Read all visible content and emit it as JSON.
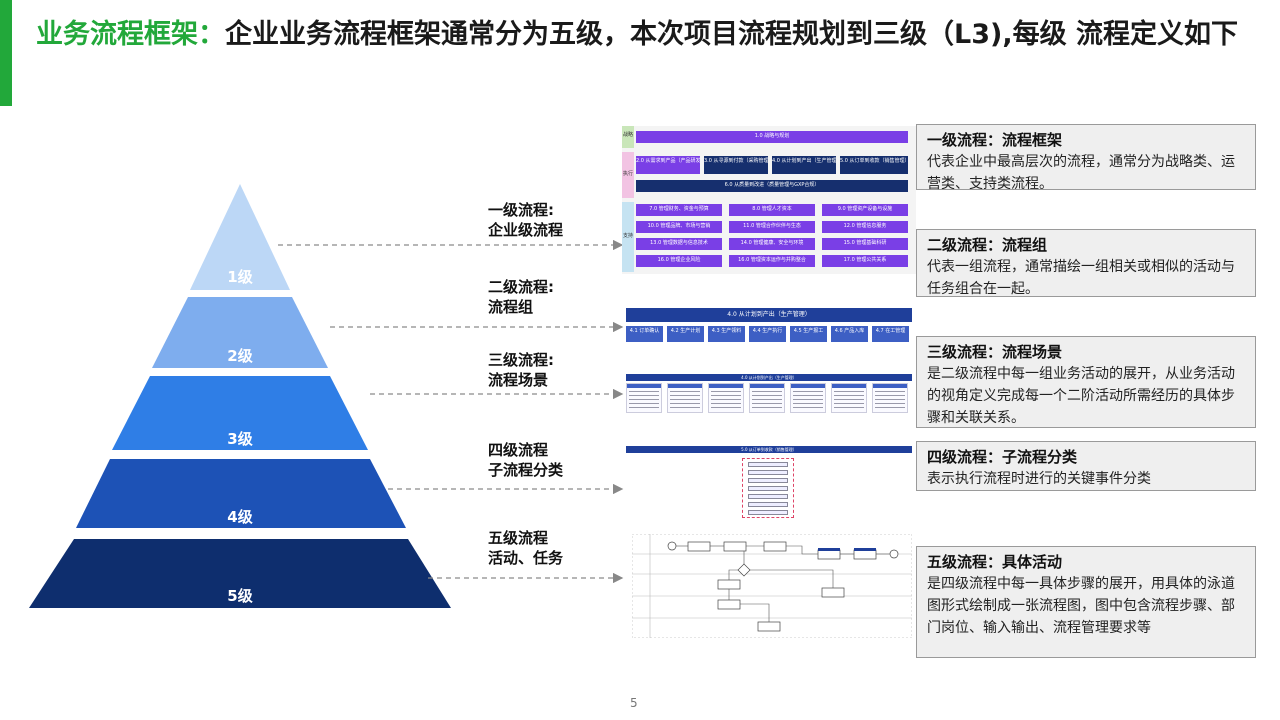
{
  "title": {
    "highlight": "业务流程框架：",
    "text": "企业业务流程框架通常分为五级，本次项目流程规划到三级（L3),每级 流程定义如下"
  },
  "pyramid_levels": [
    {
      "label": "1级",
      "color": "#bcd7f6"
    },
    {
      "label": "2级",
      "color": "#7eadee"
    },
    {
      "label": "3级",
      "color": "#2f7ee6"
    },
    {
      "label": "4级",
      "color": "#1d52b6"
    },
    {
      "label": "5级",
      "color": "#0e2e6e"
    }
  ],
  "left_descriptions": [
    {
      "line1": "一级流程:",
      "line2": "企业级流程"
    },
    {
      "line1": "二级流程:",
      "line2": "流程组"
    },
    {
      "line1": "三级流程:",
      "line2": "流程场景"
    },
    {
      "line1": "四级流程",
      "line2": "子流程分类"
    },
    {
      "line1": "五级流程",
      "line2": "活动、任务"
    }
  ],
  "definitions": [
    {
      "heading": "一级流程：流程框架",
      "body": "代表企业中最高层次的流程，通常分为战略类、运营类、支持类流程。"
    },
    {
      "heading": "二级流程：流程组",
      "body": "代表一组流程，通常描绘一组相关或相似的活动与任务组合在一起。"
    },
    {
      "heading": "三级流程：流程场景",
      "body": "是二级流程中每一组业务活动的展开，从业务活动的视角定义完成每一个二阶活动所需经历的具体步骤和关联关系。"
    },
    {
      "heading": "四级流程：子流程分类",
      "body": "表示执行流程时进行的关键事件分类"
    },
    {
      "heading": "五级流程：具体活动",
      "body": "是四级流程中每一具体步骤的展开，用具体的泳道图形式绘制成一张流程图，图中包含流程步骤、部门岗位、输入输出、流程管理要求等"
    }
  ],
  "thumb_l1": {
    "side_labels": [
      "战略",
      "执行",
      "支持"
    ],
    "strategy": "1.0 战略与规划",
    "ops": [
      "2.0 从需求到产品（产品研发）",
      "3.0 从寻源到付款（采购管理）",
      "4.0 从计划到产出（生产管理）",
      "5.0 从订单到收款（销售管理）"
    ],
    "ops_bottom": "6.0 从质量到改进（质量管理与GXP合规）",
    "support": [
      "7.0 管理财务、资金与预算",
      "8.0 管理人才资本",
      "9.0 管理资产设备与设施",
      "10.0 管理品牌、市场与营销",
      "11.0 管理合作伙伴与生态",
      "12.0 管理信息服务",
      "13.0 管理数据与信息技术",
      "14.0 管理健康、安全与环境",
      "15.0 管理基础科研",
      "16.0 管理企业风险",
      "16.0 管理资本运作与并购整合",
      "17.0 管理公共关系"
    ]
  },
  "thumb_l2": {
    "header": "4.0 从计划到产出（生产管理）",
    "items": [
      "4.1 订单确认",
      "4.2 生产计划",
      "4.3 生产领料",
      "4.4 生产执行",
      "4.5 生产报工",
      "4.6 产品入库",
      "4.7 在工管理"
    ]
  },
  "thumb_l3": {
    "header": "4.0 从计划到产出（生产管理）"
  },
  "thumb_l4": {
    "header": "5.0 从订单到收款（销售管理）"
  },
  "page_number": "5"
}
